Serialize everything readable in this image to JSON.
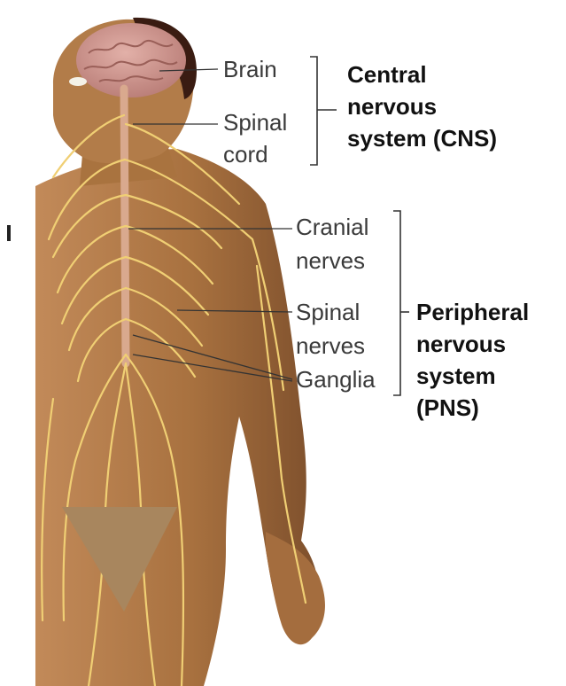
{
  "labels": {
    "brain": "Brain",
    "spinal_cord_1": "Spinal",
    "spinal_cord_2": "cord",
    "cranial_1": "Cranial",
    "cranial_2": "nerves",
    "spinal_nerves_1": "Spinal",
    "spinal_nerves_2": "nerves",
    "ganglia": "Ganglia"
  },
  "groups": {
    "cns": [
      "Central",
      "nervous",
      "system (CNS)"
    ],
    "pns": [
      "Peripheral",
      "nervous",
      "system",
      "(PNS)"
    ]
  },
  "colors": {
    "skin": "#b07a4c",
    "skin_dark": "#8a5a34",
    "brain": "#c98e86",
    "hair": "#3a1c12",
    "nerve": "#f0cf74",
    "cover": "#a8865e",
    "label_text": "#3a3a3a",
    "leader_line": "#333333"
  }
}
